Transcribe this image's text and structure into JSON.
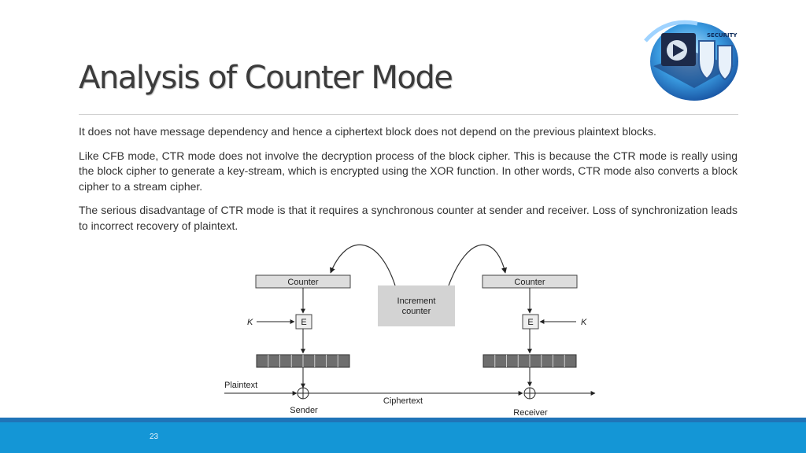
{
  "slide": {
    "title": "Analysis of Counter Mode",
    "paragraphs": [
      "It does not have message dependency and hence a ciphertext block does not depend on the previous plaintext blocks.",
      "Like CFB mode, CTR mode does not involve the decryption process of the block cipher. This is because the CTR mode is really using the block cipher to generate a key-stream, which is encrypted using the XOR function. In other words, CTR mode also converts a block cipher to a stream cipher.",
      "The serious disadvantage of CTR mode is that it requires a synchronous counter at sender and receiver. Loss of synchronization leads to incorrect recovery of plaintext."
    ],
    "page_number": "23"
  },
  "diagram": {
    "counter_left": "Counter",
    "counter_right": "Counter",
    "increment_line1": "Increment",
    "increment_line2": "counter",
    "encrypt_left": "E",
    "encrypt_right": "E",
    "key_left": "K",
    "key_right": "K",
    "plaintext": "Plaintext",
    "ciphertext": "Ciphertext",
    "sender": "Sender",
    "receiver": "Receiver"
  },
  "logo": {
    "icon": "security-laptop-shield-icon",
    "label": "SECURITY"
  },
  "colors": {
    "footer_bar": "#1496d6",
    "footer_line": "#1f74b8",
    "box_fill": "#dddddd",
    "increment_fill": "#d3d3d3",
    "keystream_fill": "#6e6e6e"
  }
}
